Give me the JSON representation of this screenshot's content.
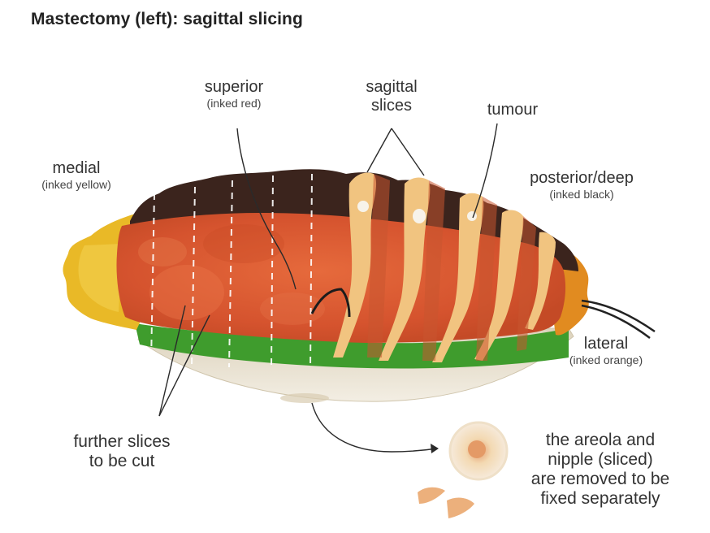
{
  "title": "Mastectomy (left): sagittal slicing",
  "labels": {
    "superior": {
      "main": "superior",
      "sub": "(inked red)"
    },
    "sagittal": {
      "line1": "sagittal",
      "line2": "slices"
    },
    "tumour": {
      "main": "tumour"
    },
    "medial": {
      "main": "medial",
      "sub": "(inked yellow)"
    },
    "posterior": {
      "main": "posterior/deep",
      "sub": "(inked black)"
    },
    "lateral": {
      "main": "lateral",
      "sub": "(inked orange)"
    },
    "further": {
      "line1": "further slices",
      "line2": "to be cut"
    },
    "areola": {
      "line1": "the areola and",
      "line2": "nipple (sliced)",
      "line3": "are removed to be",
      "line4": "fixed separately"
    }
  },
  "colors": {
    "tissue_red": "#d9542e",
    "posterior_black": "#3a241d",
    "medial_yellow": "#e9b824",
    "lateral_orange": "#e08a1e",
    "skin": "#ece4d2",
    "green_margin": "#3e9b2c",
    "slice_face": "#f0c27e"
  }
}
